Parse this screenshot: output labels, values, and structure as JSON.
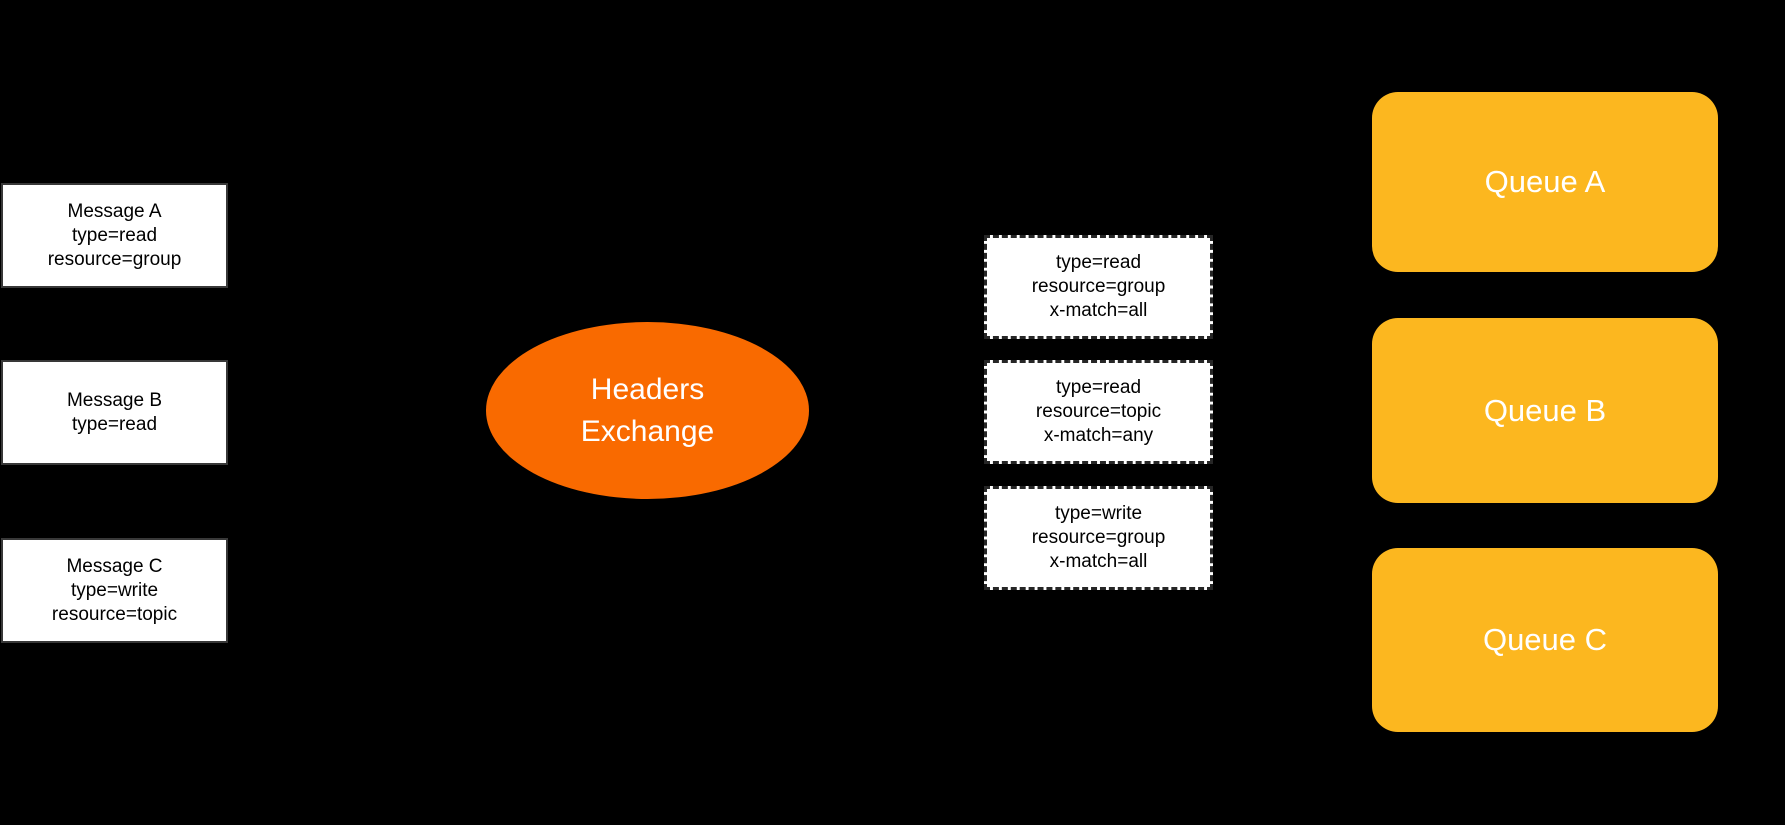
{
  "diagram": {
    "title_semantic": "RabbitMQ headers exchange routing diagram",
    "colors": {
      "background": "#000000",
      "exchange_fill": "#F96A00",
      "queue_fill": "#FCB71F",
      "box_fill": "#ffffff",
      "box_border": "#383838",
      "binding_border": "#262626",
      "text_dark": "#000000",
      "text_light": "#ffffff"
    },
    "messages": [
      {
        "lines": [
          "Message A",
          "type=read",
          "resource=group"
        ]
      },
      {
        "lines": [
          "Message B",
          "type=read"
        ]
      },
      {
        "lines": [
          "Message C",
          "type=write",
          "resource=topic"
        ]
      }
    ],
    "exchange": {
      "lines": [
        "Headers",
        "Exchange"
      ]
    },
    "bindings": [
      {
        "lines": [
          "type=read",
          "resource=group",
          "x-match=all"
        ]
      },
      {
        "lines": [
          "type=read",
          "resource=topic",
          "x-match=any"
        ]
      },
      {
        "lines": [
          "type=write",
          "resource=group",
          "x-match=all"
        ]
      }
    ],
    "queues": [
      {
        "label": "Queue A"
      },
      {
        "label": "Queue B"
      },
      {
        "label": "Queue C"
      }
    ]
  }
}
